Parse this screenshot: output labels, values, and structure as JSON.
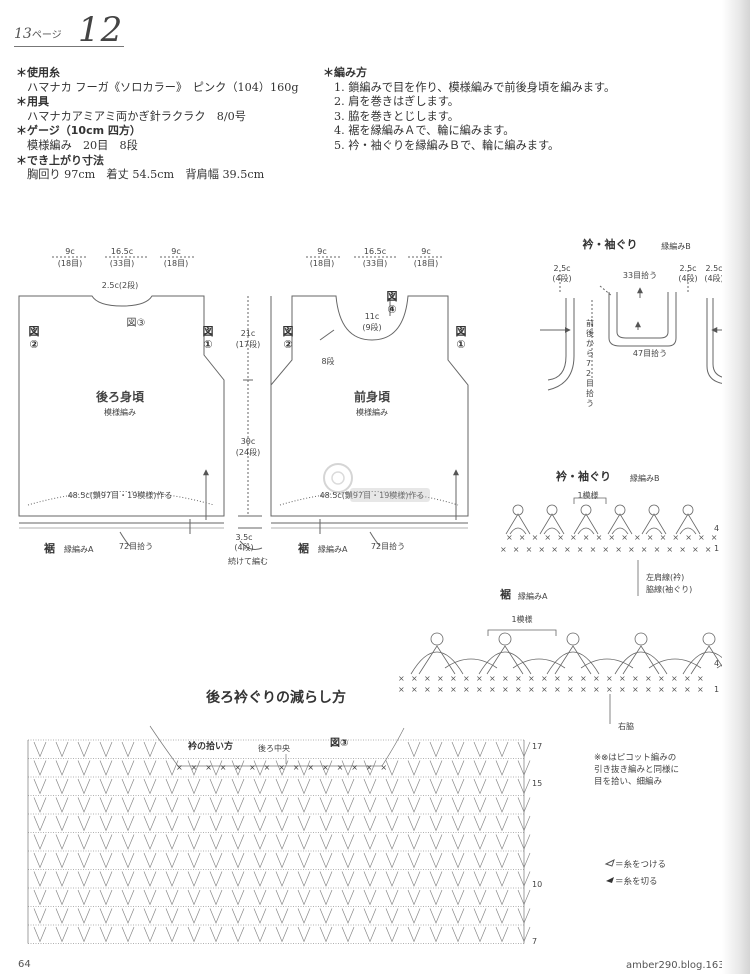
{
  "header": {
    "page_ref": "13",
    "page_unit": "ページ",
    "pattern_no": "12"
  },
  "specs": [
    {
      "heading": "＊使用糸",
      "lines": [
        "ハマナカ フーガ《ソロカラー》　ピンク（104）160g"
      ]
    },
    {
      "heading": "＊用具",
      "lines": [
        "ハマナカアミアミ両かぎ針ラクラク　8/0号"
      ]
    },
    {
      "heading": "＊ゲージ（10cm 四方）",
      "lines": [
        "模様編み　20目　8段"
      ]
    },
    {
      "heading": "＊でき上がり寸法",
      "lines": [
        "胸回り 97cm　着丈 54.5cm　背肩幅 39.5cm"
      ]
    }
  ],
  "method": {
    "heading": "＊編み方",
    "steps": [
      "1. 鎖編みで目を作り、模様編みで前後身頃を編みます。",
      "2. 肩を巻きはぎします。",
      "3. 脇を巻きとじします。",
      "4. 裾を縁編みＡで、輪に編みます。",
      "5. 衿・袖ぐりを縁編みＢで、輪に編みます。"
    ]
  },
  "back": {
    "w_side": "9c",
    "w_side_rows": "(18目)",
    "w_mid": "16.5c",
    "w_mid_rows": "(33目)",
    "neck_depth": "2.5c(2段)",
    "ref_fig3": "図③",
    "ref_fig2": "図\n②",
    "ref_fig1": "図\n①",
    "name": "後ろ身頃",
    "pattern": "模様編み",
    "cast_on": "48.5c(鎖97目・19模様)作る",
    "hem": "裾",
    "hem_edge": "縁編みA",
    "hem_pick": "72目拾う"
  },
  "measures": {
    "arm_h": "21c",
    "arm_rows": "(17段)",
    "body_h": "30c",
    "body_rows": "(24段)",
    "edge_h": "3.5c",
    "edge_rows": "(4段)",
    "continue": "続けて編む"
  },
  "front": {
    "w_side": "9c",
    "w_side_rows": "(18目)",
    "w_mid": "16.5c",
    "w_mid_rows": "(33目)",
    "ref_fig4": "図\n④",
    "neck_depth": "11c",
    "neck_rows": "(9段)",
    "rows8": "8段",
    "ref_fig2": "図\n②",
    "ref_fig1": "図\n①",
    "name": "前身頃",
    "pattern": "模様編み",
    "cast_on": "48.5c(鎖97目・19模様)作る",
    "hem": "裾",
    "hem_edge": "縁編みA",
    "hem_pick": "72目拾う"
  },
  "collar": {
    "title": "衿・袖ぐり",
    "edge": "縁編みB",
    "left_w": "2.5c",
    "left_rows": "(4段)",
    "right_w": "2.5c",
    "right_rows": "(4段)",
    "far_w": "2.5c",
    "far_rows": "(4段)",
    "pick_top": "33目拾う",
    "pick_bottom": "47目拾う",
    "pick_side": "前後から72目拾う"
  },
  "edgingB": {
    "title": "衿・袖ぐり",
    "edge": "縁編みB",
    "repeat": "1模様",
    "rows": [
      "4",
      "1"
    ],
    "label1": "左肩線(衿)",
    "label2": "脇線(袖ぐり)"
  },
  "edgingA": {
    "title": "裾",
    "edge": "縁編みA",
    "repeat": "1模様",
    "rows": [
      "4",
      "1"
    ],
    "label": "右脇"
  },
  "neckline": {
    "title": "後ろ衿ぐりの減らし方",
    "pick": "衿の拾い方",
    "center": "後ろ中央",
    "ref": "図③",
    "rows": [
      "17",
      "15",
      "10",
      "7"
    ]
  },
  "notes": {
    "picot": "※⊗はピコット編みの\n引き抜き編みと同様に\n目を拾い、細編み",
    "attach": "＝糸をつける",
    "cut": "＝糸を切る"
  },
  "footer": {
    "page": "64",
    "url": "amber290.blog.163.com"
  }
}
